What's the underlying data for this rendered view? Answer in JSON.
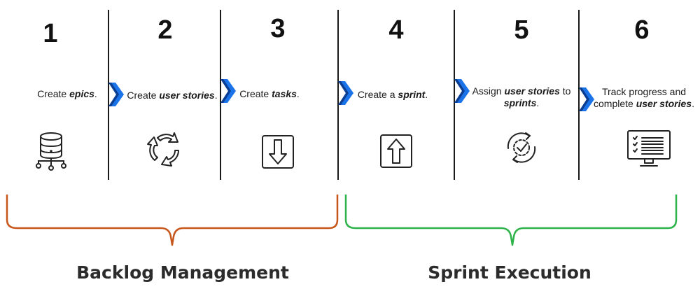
{
  "steps": [
    {
      "number": "1",
      "pre": "Create ",
      "em": "epics",
      "post": ".",
      "icon": "database-network-icon"
    },
    {
      "number": "2",
      "pre": "Create ",
      "em": "user stories",
      "post": ".",
      "icon": "cycle-arrows-icon"
    },
    {
      "number": "3",
      "pre": "Create ",
      "em": "tasks",
      "post": ".",
      "icon": "download-box-icon"
    },
    {
      "number": "4",
      "pre": "Create a ",
      "em": "sprint",
      "post": ".",
      "icon": "upload-box-icon"
    },
    {
      "number": "5",
      "pre": "Assign ",
      "em": "user stories",
      "mid": " to",
      "em2": "sprints",
      "post": ".",
      "icon": "sync-check-icon"
    },
    {
      "number": "6",
      "line1": "Track progress and",
      "pre": "complete ",
      "em": "user stories",
      "post": ".",
      "icon": "monitor-checklist-icon"
    }
  ],
  "groups": {
    "backlog": {
      "label": "Backlog Management",
      "color": "#c8561b"
    },
    "sprint": {
      "label": "Sprint Execution",
      "color": "#2db34a"
    }
  },
  "colors": {
    "chevron": "#1a73e8",
    "chevron_dark": "#0b3d91",
    "divider": "#1a1a1a"
  }
}
